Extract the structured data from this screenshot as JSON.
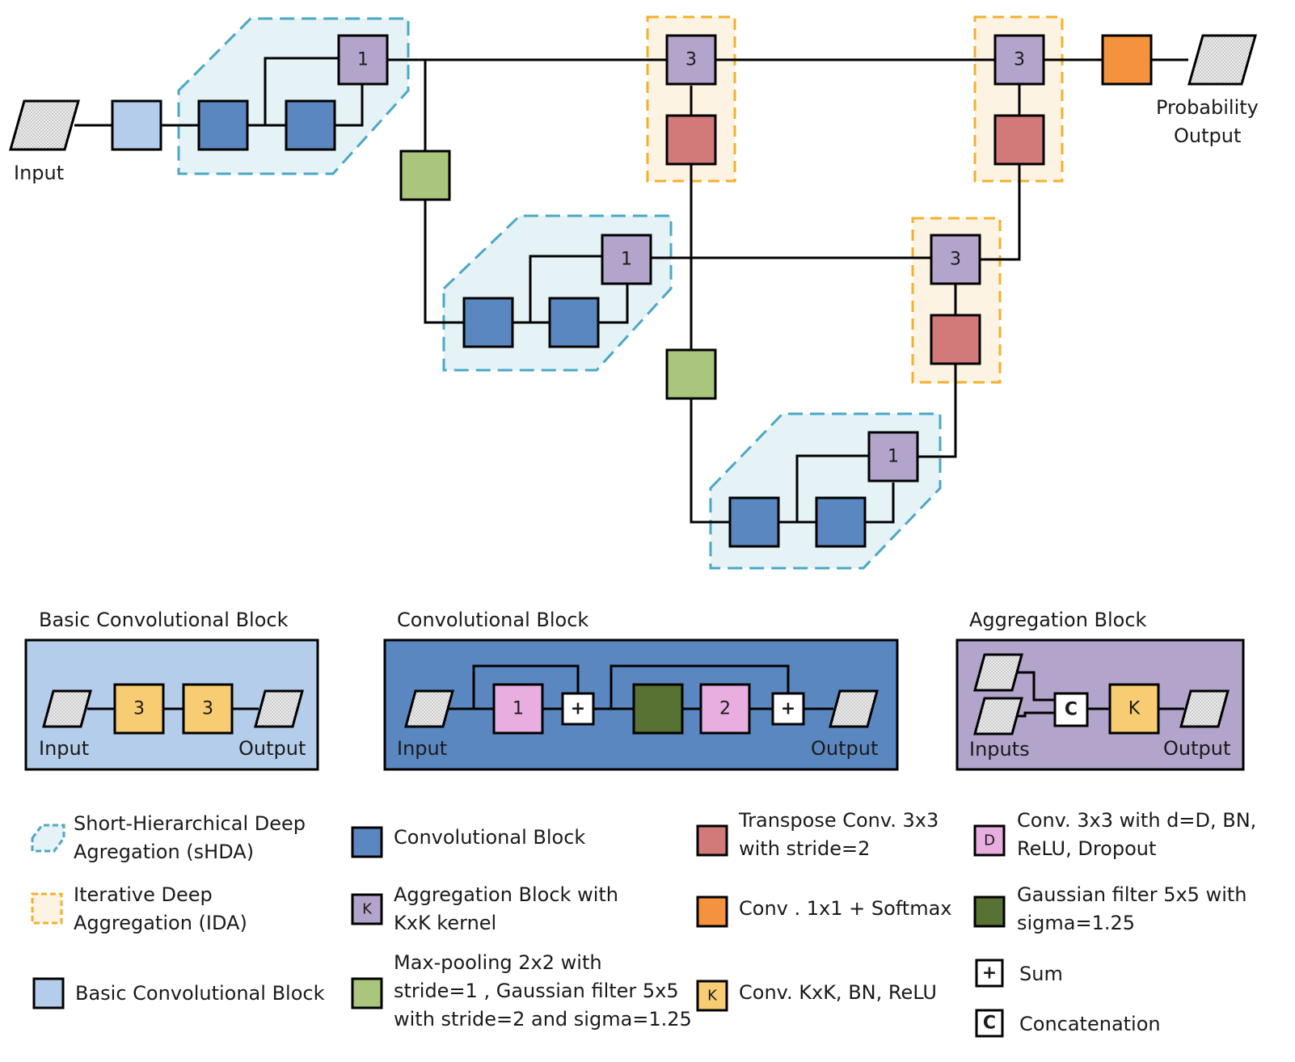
{
  "colors": {
    "basic_conv": "#b4cdea",
    "conv_block": "#5a87c0",
    "aggregation": "#b2a4cb",
    "maxpool": "#a9c67c",
    "transpose": "#d27a7a",
    "softmax": "#f5923e",
    "conv_kxk": "#f8cc72",
    "conv_d": "#e8aee0",
    "gaussian": "#577233",
    "shda_fill": "#e5f2f6",
    "shda_stroke": "#4aa8c4",
    "ida_fill": "#fdf3e3",
    "ida_stroke": "#f3b02b",
    "io_fill": "#e8e8e8"
  },
  "diagram": {
    "input_label": "Input",
    "output_label_line1": "Probability",
    "output_label_line2": "Output",
    "agg_num_1": "1",
    "agg_num_3": "3"
  },
  "basic_conv_panel": {
    "title": "Basic Convolutional Block",
    "k1": "3",
    "k2": "3",
    "input_label": "Input",
    "output_label": "Output"
  },
  "conv_panel": {
    "title": "Convolutional Block",
    "d1": "1",
    "d2": "2",
    "plus": "+",
    "input_label": "Input",
    "output_label": "Output"
  },
  "agg_panel": {
    "title": "Aggregation Block",
    "concat": "C",
    "k": "K",
    "input_label": "Inputs",
    "output_label": "Output"
  },
  "legend": {
    "shda_l1": "Short-Hierarchical Deep",
    "shda_l2": "Agregation (sHDA)",
    "ida_l1": "Iterative Deep",
    "ida_l2": "Aggregation (IDA)",
    "basic": "Basic Convolutional Block",
    "conv": "Convolutional Block",
    "agg_l1": "Aggregation Block with",
    "agg_l2": "KxK kernel",
    "agg_sym": "K",
    "pool_l1": "Max-pooling 2x2 with",
    "pool_l2": "stride=1 , Gaussian filter 5x5",
    "pool_l3": "with stride=2 and sigma=1.25",
    "transpose_l1": "Transpose  Conv. 3x3",
    "transpose_l2": "with stride=2",
    "softmax": "Conv . 1x1  +  Softmax",
    "convk": "Conv. KxK, BN, ReLU",
    "convk_sym": "K",
    "convd_l1": "Conv. 3x3 with d=D, BN,",
    "convd_l2": "ReLU, Dropout",
    "convd_sym": "D",
    "gauss_l1": "Gaussian filter 5x5 with",
    "gauss_l2": "sigma=1.25",
    "sum_sym": "+",
    "sum": "Sum",
    "concat_sym": "C",
    "concat": "Concatenation"
  }
}
